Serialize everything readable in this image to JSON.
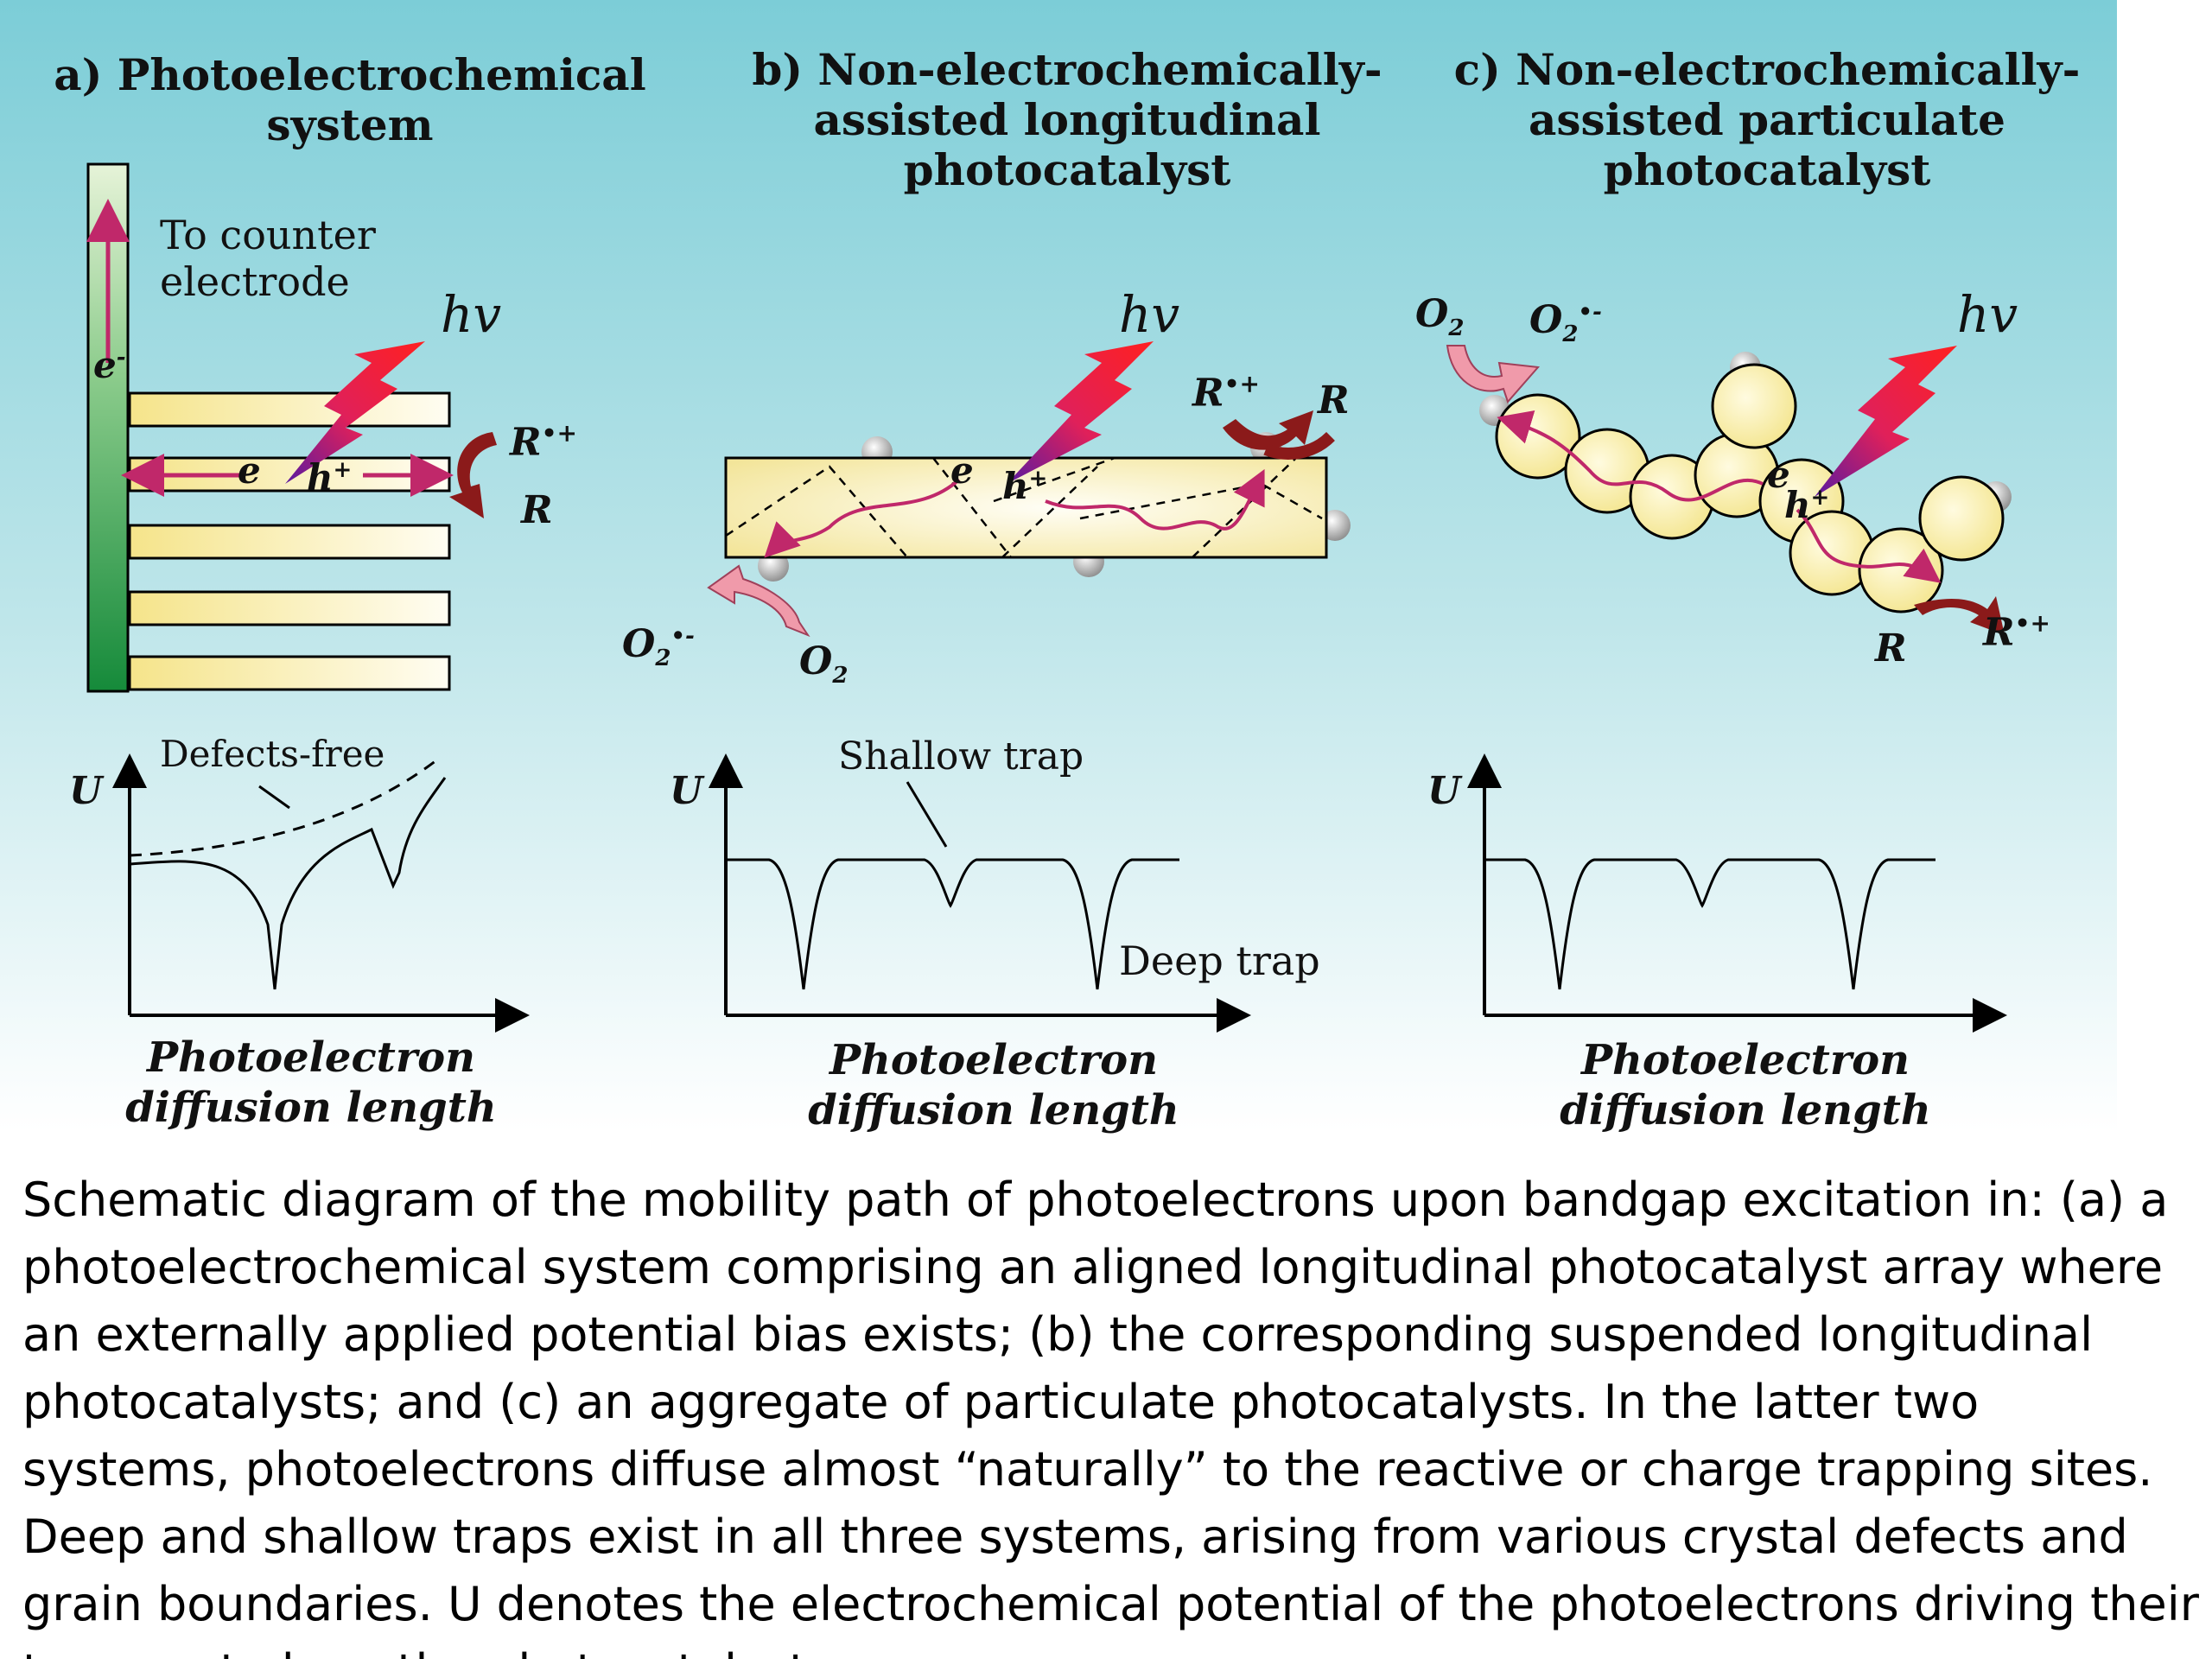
{
  "panel_a": {
    "title": "a) Photoelectrochemical\nsystem",
    "counter_electrode": "To counter\nelectrode",
    "hv": "hv",
    "e_minus": "e",
    "e": "e",
    "h_plus": "h",
    "R_radical": "R",
    "R": "R",
    "plot": {
      "U": "U",
      "annotation": "Defects-free",
      "xlabel": "Photoelectron\ndiffusion length"
    }
  },
  "panel_b": {
    "title": "b) Non-electrochemically-\nassisted longitudinal\nphotocatalyst",
    "hv": "hv",
    "e": "e",
    "h_plus": "h",
    "R_radical": "R",
    "R": "R",
    "O2_radical": "O",
    "O2": "O",
    "plot": {
      "U": "U",
      "shallow": "Shallow trap",
      "deep": "Deep trap",
      "xlabel": "Photoelectron\ndiffusion length"
    }
  },
  "panel_c": {
    "title": "c) Non-electrochemically-\nassisted particulate\nphotocatalyst",
    "hv": "hv",
    "e": "e",
    "h_plus": "h",
    "O2": "O",
    "O2_radical": "O",
    "R": "R",
    "R_radical": "R",
    "plot": {
      "U": "U",
      "xlabel": "Photoelectron\ndiffusion length"
    }
  },
  "caption": "Schematic diagram of the mobility path of photoelectrons upon bandgap excitation in: (a) a photoelectrochemical system comprising an aligned longitudinal photocatalyst array where an externally applied potential bias exists; (b) the corresponding suspended longitudinal photocatalysts; and (c) an aggregate of particulate photocatalysts. In the latter two systems, photoelectrons diffuse almost “naturally” to the reactive or charge trapping sites. Deep and shallow traps exist in all three systems, arising from various crystal defects and grain boundaries. U denotes the electrochemical potential of the photoelectrons driving their transport along the photocatalysts.",
  "colors": {
    "bg_top": "#7ccdd7",
    "bg_bottom": "#ffffff",
    "path": "#c0286a",
    "arrow_dark": "#8b1a1a",
    "arrow_pink": "#f09aaa",
    "particle": "#f7ec9c",
    "electrode_dark": "#1a8a3a"
  }
}
